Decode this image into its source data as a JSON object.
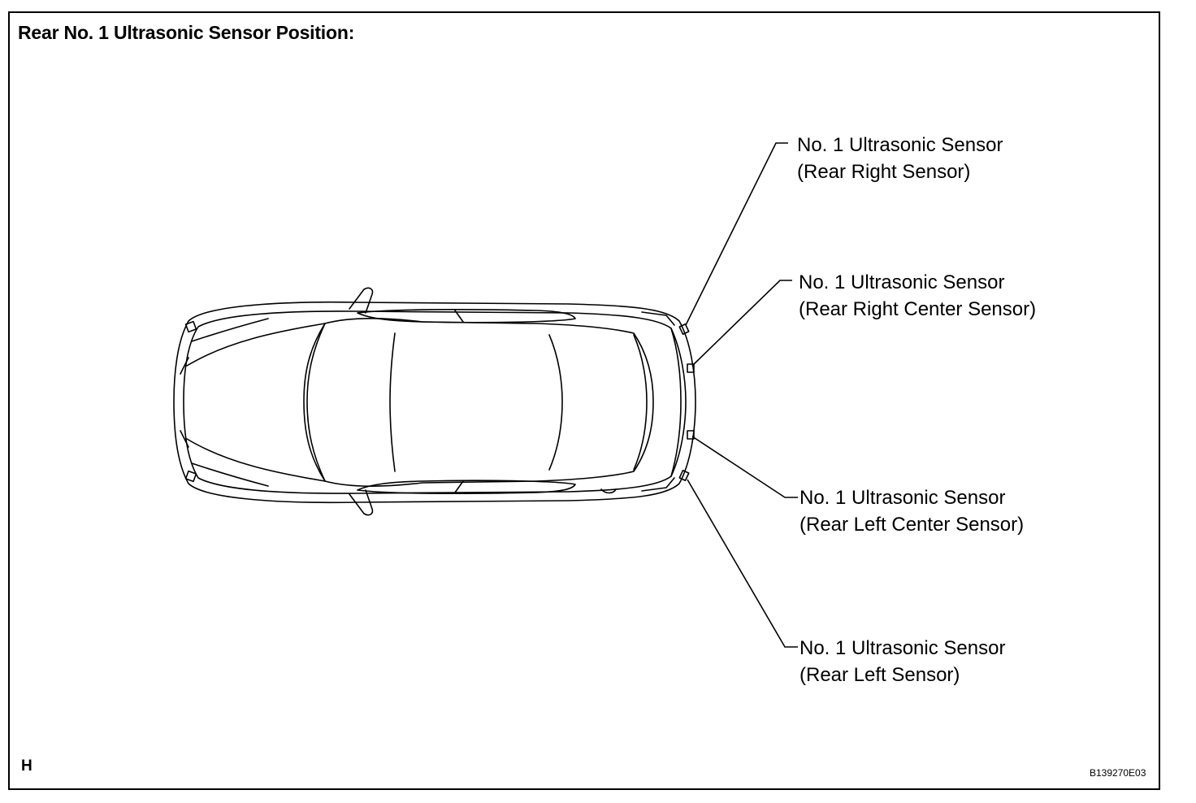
{
  "title": "Rear No. 1 Ultrasonic Sensor Position:",
  "callouts": [
    {
      "line1": "No. 1 Ultrasonic Sensor",
      "line2": "(Rear Right Sensor)"
    },
    {
      "line1": "No. 1 Ultrasonic Sensor",
      "line2": "(Rear Right Center Sensor)"
    },
    {
      "line1": "No. 1 Ultrasonic Sensor",
      "line2": "(Rear Left Center Sensor)"
    },
    {
      "line1": "No. 1 Ultrasonic Sensor",
      "line2": "(Rear Left Sensor)"
    }
  ],
  "corner_code": "H",
  "doc_id": "B139270E03"
}
